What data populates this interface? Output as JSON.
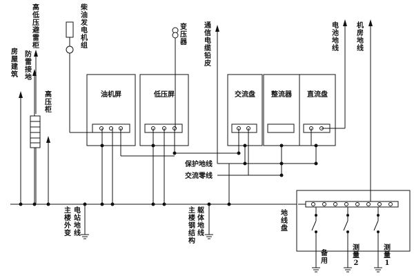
{
  "labels": {
    "house_earth": "房屋建筑",
    "lightning_earth": "防雷接地",
    "hv_arrester": "高低压避雷柜",
    "hv_cabinet": "高压柜",
    "diesel_gen": "柴油发电机组",
    "transformer": "变压器",
    "comm_cable": "通信电缆铅皮",
    "battery_line": "电池地线",
    "room_line": "机房地线",
    "oil_screen": "油机屏",
    "lv_screen": "低压屏",
    "ac_panel": "交流盘",
    "rectifier": "整流器",
    "dc_panel": "直流盘",
    "protect_line": "保护地线",
    "ac_neutral": "交流零线",
    "main_outside_transformer": "主楼外变",
    "station_earth": "电站地线",
    "main_steel": "主楼钢结构",
    "body_earth": "躯体地线",
    "earth_panel": "地线盘",
    "spare": "备用",
    "measure2": "测量2",
    "measure1": "测量1"
  }
}
